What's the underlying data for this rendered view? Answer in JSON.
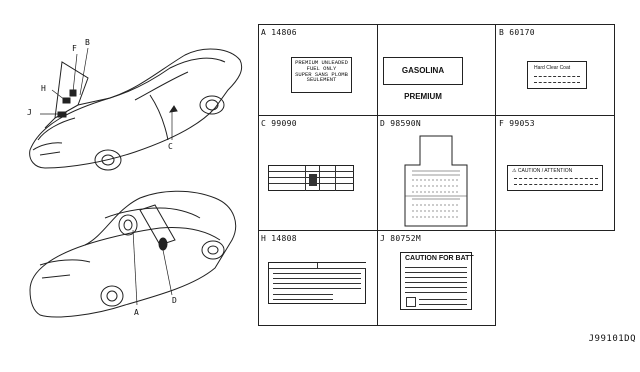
{
  "callouts": {
    "f": "F",
    "b": "B",
    "h": "H",
    "j": "J",
    "c": "C",
    "d": "D",
    "a": "A"
  },
  "cells": [
    {
      "id": "A",
      "code": "14806"
    },
    {
      "id": "B",
      "code": "60170"
    },
    {
      "id": "C",
      "code": "99090"
    },
    {
      "id": "D",
      "code": "98590N"
    },
    {
      "id": "F",
      "code": "99053"
    },
    {
      "id": "H",
      "code": "14808"
    },
    {
      "id": "J",
      "code": "80752M"
    }
  ],
  "labels": {
    "fuel_line1": "PREMIUM UNLEADED",
    "fuel_line2": "FUEL ONLY",
    "fuel_line3": "SUPER SANS PLOMB",
    "fuel_line4": "SEULEMENT",
    "gasolina": "GASOLINA PREMIUM",
    "hard_clear": "Hard Clear Coat",
    "caution_attention": "CAUTION / ATTENTION",
    "caution_batt": "CAUTION FOR BATT"
  },
  "diagram_code": "J99101DQ"
}
